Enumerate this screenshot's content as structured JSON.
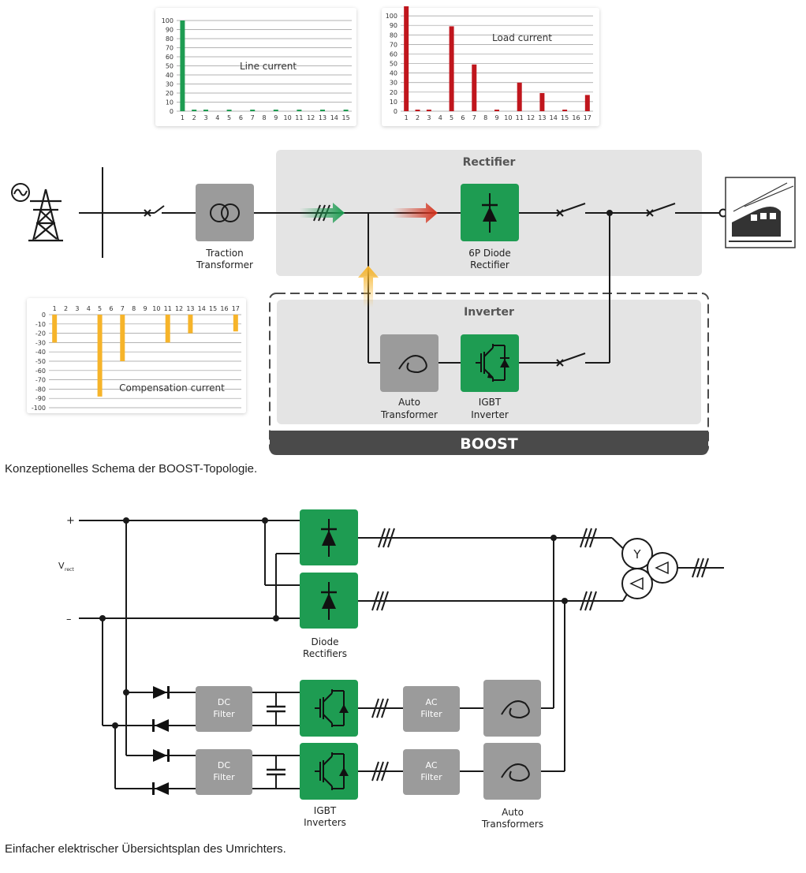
{
  "colors": {
    "green": "#1e9c52",
    "grey_block": "#9b9b9b",
    "panel": "#e4e4e4",
    "boost_bar": "#4a4a4a",
    "line_bar": "#1e9c52",
    "load_bar": "#c0161d",
    "comp_bar": "#f6b42a",
    "wire": "#1a1a1a"
  },
  "icons": [
    "ac-source-icon",
    "power-pylon-icon",
    "switch-icon",
    "transformer-icon",
    "diode-icon",
    "igbt-icon",
    "auto-transformer-icon",
    "train-icon",
    "capacitor-icon",
    "wye-delta-transformer-icon"
  ],
  "diagram1": {
    "rectifier_title": "Rectifier",
    "inverter_title": "Inverter",
    "boost_label": "BOOST",
    "traction_transformer": [
      "Traction",
      "Transformer"
    ],
    "diode_rectifier": [
      "6P Diode",
      "Rectifier"
    ],
    "auto_transformer": [
      "Auto",
      "Transformer"
    ],
    "igbt_inverter": [
      "IGBT",
      "Inverter"
    ]
  },
  "diagram2": {
    "plus": "+",
    "minus": "–",
    "vrect": "V",
    "vrect_sub": "rect",
    "diode_rectifiers": [
      "Diode",
      "Rectifiers"
    ],
    "igbt_inverters": [
      "IGBT",
      "Inverters"
    ],
    "auto_transformers": [
      "Auto",
      "Transformers"
    ],
    "dc_filter": [
      "DC",
      "Filter"
    ],
    "ac_filter": [
      "AC",
      "Filter"
    ],
    "wye": "Y"
  },
  "captions": {
    "topology": "Konzeptionelles Schema der BOOST-Topologie.",
    "overview": "Einfacher elektrischer Übersichtsplan des Umrichters."
  },
  "chart_data": [
    {
      "type": "bar",
      "title": "Line current",
      "categories": [
        "1",
        "2",
        "3",
        "4",
        "5",
        "6",
        "7",
        "8",
        "9",
        "10",
        "11",
        "12",
        "13",
        "14",
        "15"
      ],
      "values": [
        100,
        1,
        1,
        0,
        1,
        0,
        1,
        0,
        1,
        0,
        1,
        0,
        1,
        0,
        1
      ],
      "yticks": [
        0,
        10,
        20,
        30,
        40,
        50,
        60,
        70,
        80,
        90,
        100
      ],
      "ylim": [
        0,
        100
      ],
      "grid": true
    },
    {
      "type": "bar",
      "title": "Load current",
      "categories": [
        "1",
        "2",
        "3",
        "4",
        "5",
        "6",
        "7",
        "8",
        "9",
        "10",
        "11",
        "12",
        "13",
        "14",
        "15",
        "16",
        "17"
      ],
      "values": [
        110,
        1,
        1,
        0,
        89,
        0,
        49,
        0,
        1,
        0,
        30,
        0,
        19,
        0,
        1,
        0,
        17
      ],
      "yticks": [
        0,
        10,
        20,
        30,
        40,
        50,
        60,
        70,
        80,
        90,
        100
      ],
      "ylim": [
        0,
        110
      ],
      "grid": true
    },
    {
      "type": "bar",
      "title": "Compensation current",
      "categories": [
        "1",
        "2",
        "3",
        "4",
        "5",
        "6",
        "7",
        "8",
        "9",
        "10",
        "11",
        "12",
        "13",
        "14",
        "15",
        "16",
        "17"
      ],
      "values": [
        -30,
        0,
        0,
        0,
        -88,
        0,
        -50,
        0,
        0,
        0,
        -30,
        0,
        -20,
        0,
        0,
        0,
        -18
      ],
      "yticks": [
        0,
        -10,
        -20,
        -30,
        -40,
        -50,
        -60,
        -70,
        -80,
        -90,
        -100
      ],
      "ylim": [
        -100,
        0
      ],
      "grid": true
    }
  ]
}
